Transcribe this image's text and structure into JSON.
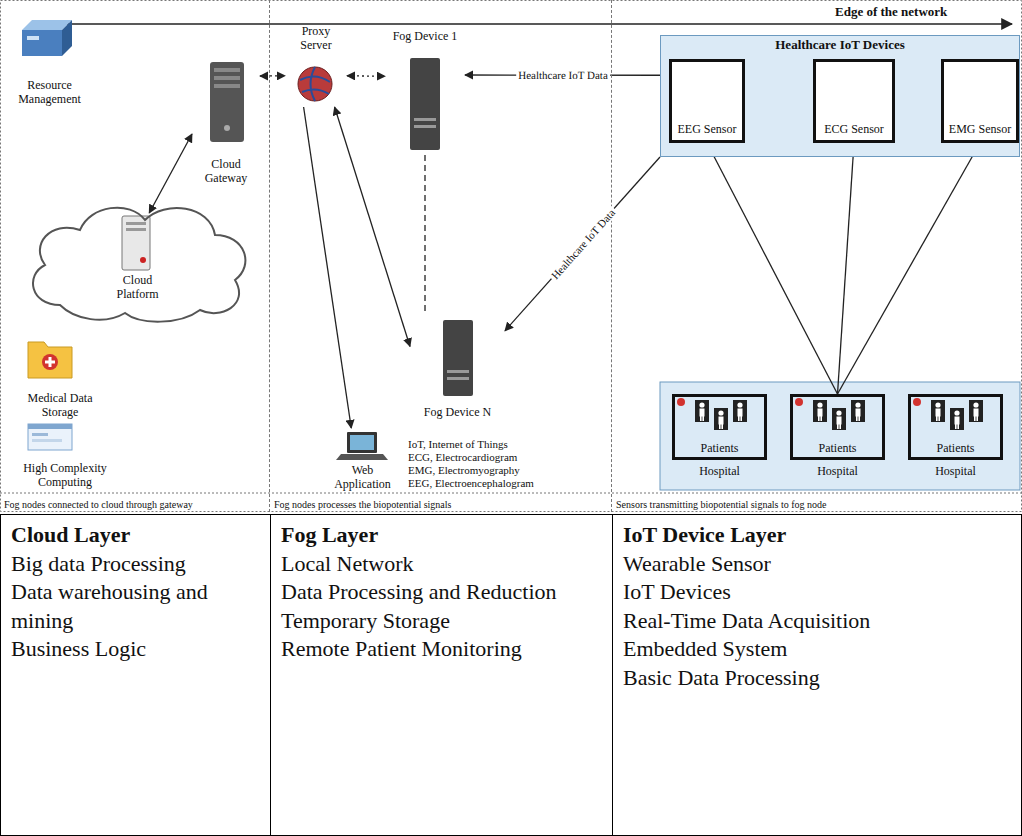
{
  "diagram": {
    "nodes": [
      {
        "text": [
          "Fog nodes connected to cloud through gateway"
        ]
      },
      {
        "text": [
          "Fog nodes processes the biopotential signals"
        ]
      },
      {
        "text": [
          "Sensors transmitting biopotential signals to fog node"
        ]
      },
      {
        "text": [
          "Resource Management"
        ],
        "in": 0
      },
      {
        "text": [
          "Cloud Gateway"
        ],
        "in": 0
      },
      {
        "text": [
          "Cloud Platform"
        ],
        "in": 0
      },
      {
        "text": [
          "Medical Data Storage"
        ],
        "in": 0
      },
      {
        "text": [
          "High Complexity Computing"
        ],
        "in": 0
      },
      {
        "text": [
          "Proxy Server"
        ],
        "in": 1
      },
      {
        "text": [
          "Fog Device 1"
        ],
        "in": 1
      },
      {
        "text": [
          "Fog Device N"
        ],
        "in": 1
      },
      {
        "text": [
          "Web Application"
        ],
        "in": 1
      },
      {
        "text": [
          "Healthcare IoT Devices"
        ],
        "in": 2
      },
      {
        "text": [
          "EEG Sensor"
        ],
        "in": 12
      },
      {
        "text": [
          "ECG Sensor"
        ],
        "in": 12
      },
      {
        "text": [
          "EMG Sensor"
        ],
        "in": 12
      },
      {
        "text": [
          "Patients",
          "Hospital"
        ],
        "in": 2
      },
      {
        "text": [
          "Patients",
          "Hospital"
        ],
        "in": 2
      },
      {
        "text": [
          "Patients",
          "Hospital"
        ],
        "in": 2
      },
      {
        "text": [
          "Cloud Layer",
          "Big data Processing",
          "Data warehousing and mining",
          "Business Logic"
        ]
      },
      {
        "text": [
          "Fog Layer",
          "Local Network",
          "Data Processing and Reduction",
          "Temporary Storage",
          "Remote Patient Monitoring"
        ]
      },
      {
        "text": [
          "IoT Device Layer",
          "Wearable Sensor",
          "IoT Devices",
          "Real-Time Data Acquisition",
          "Embedded System",
          "Basic Data Processing"
        ]
      }
    ],
    "edges": [
      {
        "from": 4,
        "to": 8,
        "arrow": "both"
      },
      {
        "from": 4,
        "to": 5,
        "arrow": "both"
      },
      {
        "from": 8,
        "to": 9,
        "arrow": "both"
      },
      {
        "from": 8,
        "to": 10,
        "arrow": "both"
      },
      {
        "from": 8,
        "to": 11,
        "arrow": "to"
      },
      {
        "from": 9,
        "to": 10,
        "arrow": "none"
      },
      {
        "from": 12,
        "to": 9,
        "label": "Healthcare IoT Data",
        "arrow": "to"
      },
      {
        "from": 12,
        "to": 10,
        "label": "Healthcare IoT Data",
        "arrow": "to"
      },
      {
        "from": 17,
        "to": 13,
        "arrow": "to"
      },
      {
        "from": 17,
        "to": 14,
        "arrow": "to"
      },
      {
        "from": 17,
        "to": 15,
        "arrow": "to"
      }
    ],
    "labels": [
      "Edge of the network",
      "IoT, Internet of Things",
      "ECG, Electrocardiogram",
      "EMG, Electromyography",
      "EEG, Electroencephalogram"
    ]
  }
}
